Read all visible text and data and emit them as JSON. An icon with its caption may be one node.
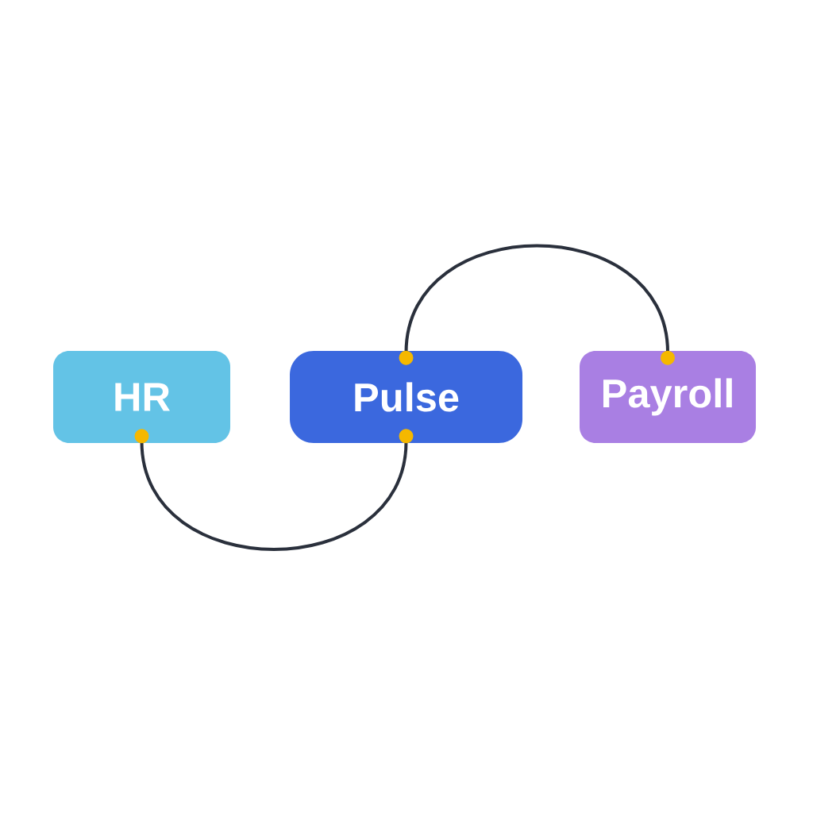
{
  "diagram": {
    "nodes": [
      {
        "text": [
          "HR"
        ]
      },
      {
        "text": [
          "Pulse"
        ]
      },
      {
        "text": [
          "Payroll"
        ]
      }
    ],
    "edges": [
      {
        "from": 0,
        "to": 1,
        "arrow": "other"
      },
      {
        "from": 1,
        "to": 2,
        "arrow": "other"
      }
    ]
  }
}
